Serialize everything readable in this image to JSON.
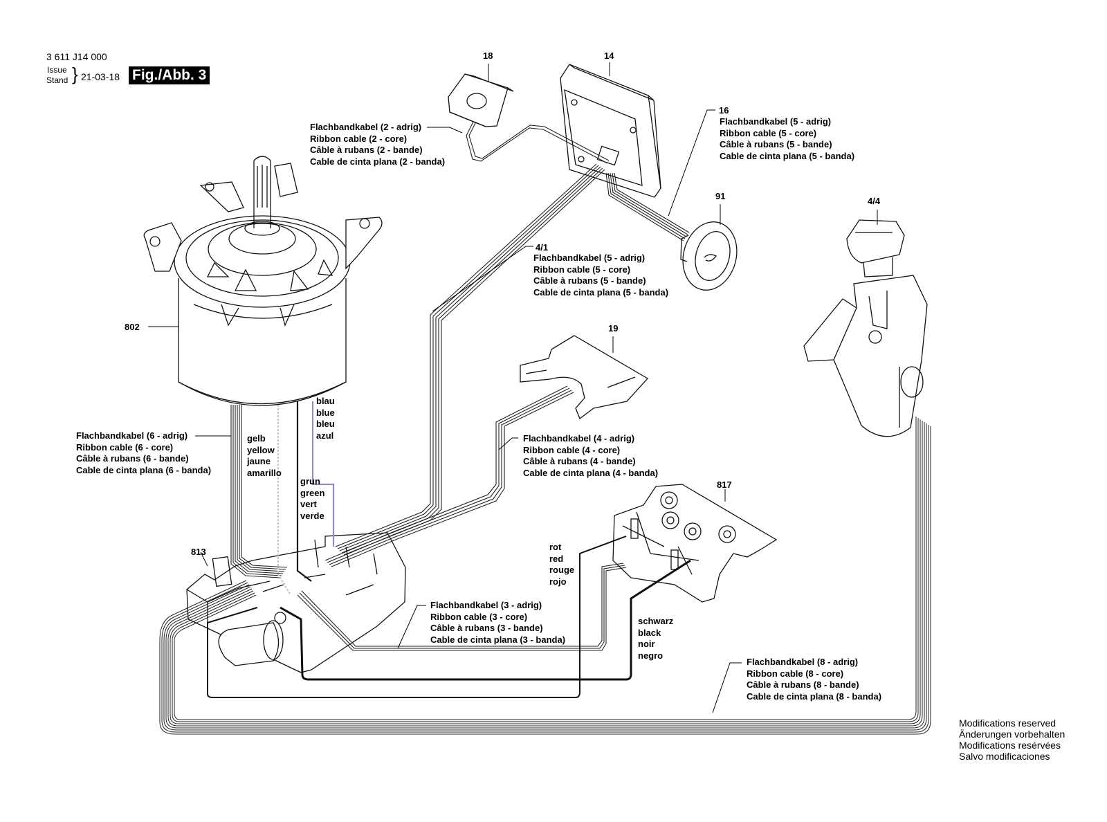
{
  "header": {
    "part_number": "3 611 J14 000",
    "issue_label": "Issue",
    "stand_label": "Stand",
    "date": "21-03-18",
    "figure": "Fig./Abb. 3"
  },
  "parts": {
    "p18": "18",
    "p14": "14",
    "p16": "16",
    "p91": "91",
    "p44": "4/4",
    "p41": "4/1",
    "p802": "802",
    "p19": "19",
    "p813": "813",
    "p817": "817"
  },
  "cables": {
    "c2": [
      "Flachbandkabel (2 - adrig)",
      "Ribbon cable (2 - core)",
      "Câble à rubans (2 - bande)",
      "Cable de cinta plana (2 - banda)"
    ],
    "c5a": [
      "Flachbandkabel (5 - adrig)",
      "Ribbon cable (5 - core)",
      "Câble à rubans (5 - bande)",
      "Cable de cinta plana (5 - banda)"
    ],
    "c5b": [
      "Flachbandkabel (5 - adrig)",
      "Ribbon cable (5 - core)",
      "Câble à rubans (5 - bande)",
      "Cable de cinta plana (5 - banda)"
    ],
    "c6": [
      "Flachbandkabel (6 - adrig)",
      "Ribbon cable (6 - core)",
      "Câble à rubans (6 - bande)",
      "Cable de cinta plana (6 - banda)"
    ],
    "c4": [
      "Flachbandkabel (4 - adrig)",
      "Ribbon cable (4 - core)",
      "Câble à rubans (4 - bande)",
      "Cable de cinta plana (4 - banda)"
    ],
    "c3": [
      "Flachbandkabel (3 - adrig)",
      "Ribbon cable (3 - core)",
      "Câble à rubans (3 - bande)",
      "Cable de cinta plana (3 - banda)"
    ],
    "c8": [
      "Flachbandkabel (8 - adrig)",
      "Ribbon cable (8 - core)",
      "Câble à rubans (8 - bande)",
      "Cable de cinta plana (8 - banda)"
    ]
  },
  "wires": {
    "blue": [
      "blau",
      "blue",
      "bleu",
      "azul"
    ],
    "yellow": [
      "gelb",
      "yellow",
      "jaune",
      "amarillo"
    ],
    "green": [
      "grun",
      "green",
      "vert",
      "verde"
    ],
    "red": [
      "rot",
      "red",
      "rouge",
      "rojo"
    ],
    "black": [
      "schwarz",
      "black",
      "noir",
      "negro"
    ]
  },
  "footer": [
    "Modifications reserved",
    "Änderungen vorbehalten",
    "Modifications resérvées",
    "Salvo modificaciones"
  ]
}
